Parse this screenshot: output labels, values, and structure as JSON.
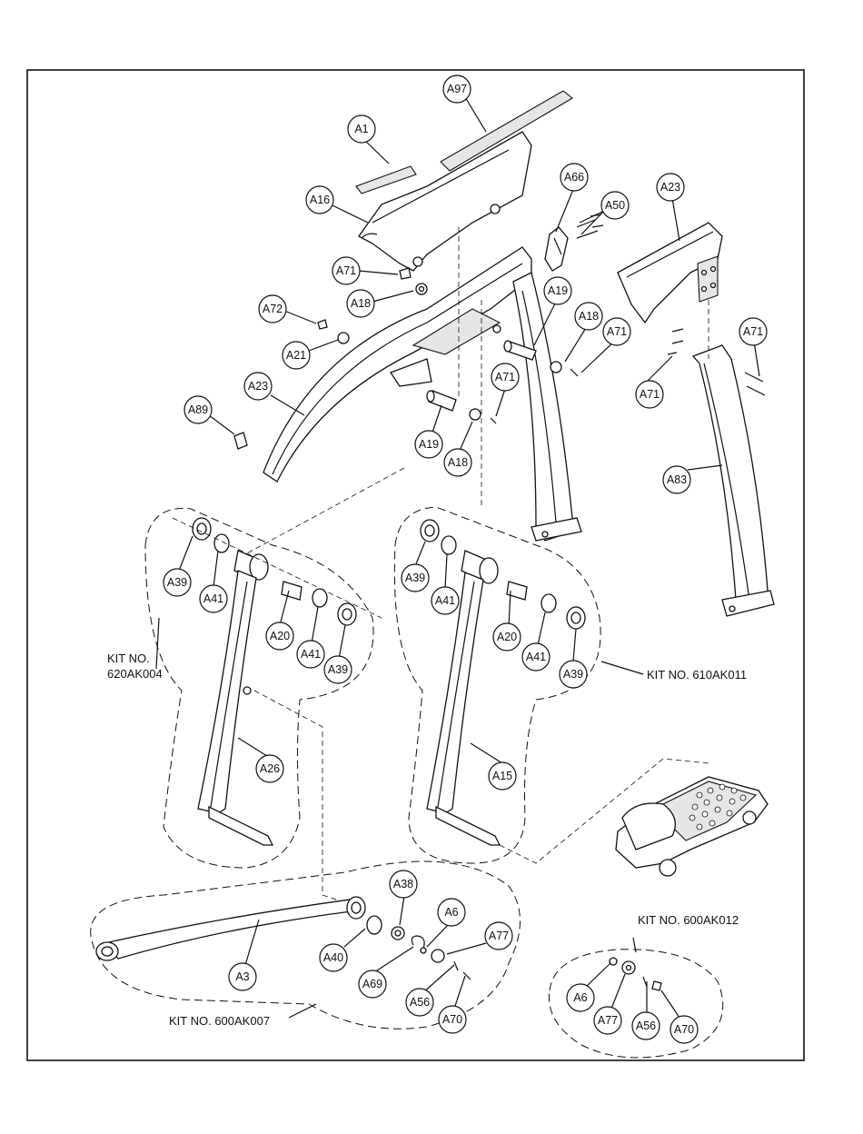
{
  "callouts": {
    "a97": "A97",
    "a1": "A1",
    "a16": "A16",
    "a66": "A66",
    "a50": "A50",
    "a23_top": "A23",
    "a71_top": "A71",
    "a18_top": "A18",
    "a72": "A72",
    "a21": "A21",
    "a23_left": "A23",
    "a89": "A89",
    "a19_right": "A19",
    "a18_right": "A18",
    "a71_right": "A71",
    "a71_mid": "A71",
    "a19_lower": "A19",
    "a18_lower": "A18",
    "a71_far": "A71",
    "a71_far2": "A71",
    "a83": "A83",
    "a39_k1a": "A39",
    "a41_k1a": "A41",
    "a20_k1": "A20",
    "a41_k1b": "A41",
    "a39_k1b": "A39",
    "a26": "A26",
    "a39_k2a": "A39",
    "a41_k2a": "A41",
    "a20_k2": "A20",
    "a41_k2b": "A41",
    "a39_k2b": "A39",
    "a15": "A15",
    "a38": "A38",
    "a6_k3": "A6",
    "a77_k3": "A77",
    "a40": "A40",
    "a3": "A3",
    "a69": "A69",
    "a56_k3": "A56",
    "a70_k3": "A70",
    "a6_k4": "A6",
    "a77_k4": "A77",
    "a56_k4": "A56",
    "a70_k4": "A70"
  },
  "kits": {
    "kit_620_line1": "KIT NO.",
    "kit_620_line2": "620AK004",
    "kit_610": "KIT NO. 610AK011",
    "kit_600_007": "KIT NO. 600AK007",
    "kit_600_012": "KIT NO. 600AK012"
  }
}
